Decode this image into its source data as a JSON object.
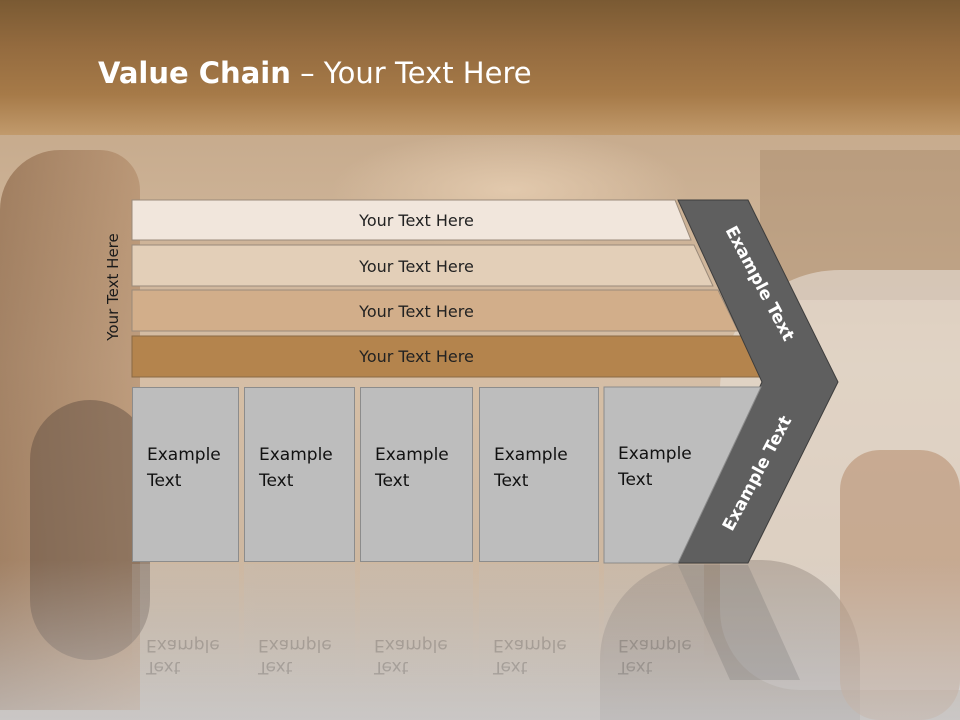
{
  "title": {
    "bold": "Value Chain",
    "rest": " – Your Text Here"
  },
  "side_label": "Your Text Here",
  "rows": [
    {
      "label": "Your Text Here",
      "color": "#f1e6dc"
    },
    {
      "label": "Your Text Here",
      "color": "#e3cfb8"
    },
    {
      "label": "Your Text Here",
      "color": "#d2ae8a"
    },
    {
      "label": "Your Text Here",
      "color": "#b4844d"
    }
  ],
  "chevron": {
    "top_label": "Example Text",
    "bottom_label": "Example Text",
    "color": "#5f5f5f"
  },
  "boxes": [
    {
      "line1": "Example",
      "line2": "Text"
    },
    {
      "line1": "Example",
      "line2": "Text"
    },
    {
      "line1": "Example",
      "line2": "Text"
    },
    {
      "line1": "Example",
      "line2": "Text"
    },
    {
      "line1": "Example",
      "line2": "Text"
    }
  ],
  "reflection": {
    "line1": "Example",
    "line2": "Text"
  }
}
